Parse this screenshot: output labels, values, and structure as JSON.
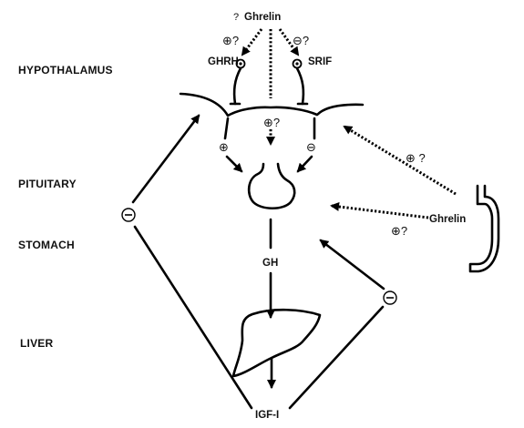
{
  "regions": {
    "hypothalamus": "HYPOTHALAMUS",
    "pituitary": "PITUITARY",
    "stomach": "STOMACH",
    "liver": "LIVER"
  },
  "nodes": {
    "ghrelin_top_q": "?",
    "ghrelin_top": "Ghrelin",
    "ghrh": "GHRH",
    "srif": "SRIF",
    "gh": "GH",
    "igf1": "IGF-I",
    "ghrelin_stomach": "Ghrelin"
  },
  "effects": {
    "ghrelin_to_ghrh": "⊕?",
    "ghrelin_to_srif": "⊖?",
    "ghrelin_to_pituitary_center": "⊕?",
    "ghrh_on_pituitary": "⊕",
    "srif_on_pituitary": "⊖",
    "stomach_ghrelin_to_hypothalamus": "⊕ ?",
    "stomach_ghrelin_to_pituitary": "⊕?",
    "igf1_feedback_hypothalamus": "⊖",
    "igf1_feedback_pituitary": "⊖"
  }
}
